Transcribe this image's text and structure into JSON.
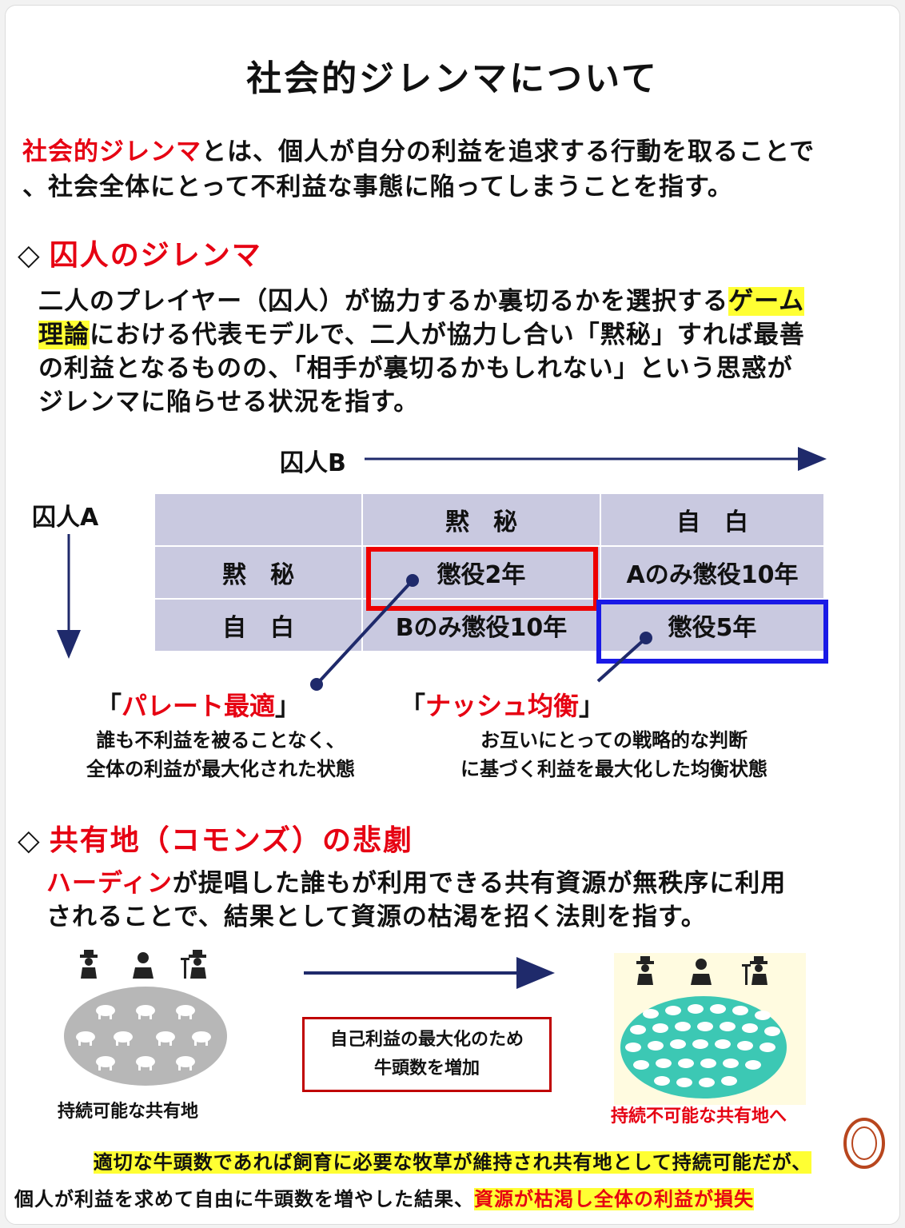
{
  "title": "社会的ジレンマについて",
  "intro": {
    "term": "社会的ジレンマ",
    "rest_line1": "とは、個人が自分の利益を追求する行動を取ることで",
    "line2": "、社会全体にとって不利益な事態に陥ってしまうことを指す。"
  },
  "prisoner": {
    "diamond": "◇",
    "heading": "囚人のジレンマ",
    "p_line1_a": "二人のプレイヤー（囚人）が協力するか裏切るかを選択する",
    "p_line1_hl": "ゲーム",
    "p_line2_hl": "理論",
    "p_line2_b": "における代表モデルで、二人が協力し合い「黙秘」すれば最善",
    "p_line3": "の利益となるものの、「相手が裏切るかもしれない」という思惑が",
    "p_line4": "ジレンマに陥らせる状況を指す。",
    "axis_b": "囚人B",
    "axis_a": "囚人A",
    "matrix": {
      "col_headers": [
        "",
        "黙　秘",
        "自　白"
      ],
      "rows": [
        [
          "黙　秘",
          "懲役2年",
          "Aのみ懲役10年"
        ],
        [
          "自　白",
          "Bのみ懲役10年",
          "懲役5年"
        ]
      ]
    },
    "pareto": {
      "open": "「",
      "name": "パレート最適",
      "close": "」",
      "desc_line1": "誰も不利益を被ることなく、",
      "desc_line2": "全体の利益が最大化された状態"
    },
    "nash": {
      "open": "「",
      "name": "ナッシュ均衡",
      "close": "」",
      "desc_line1": "お互いにとっての戦略的な判断",
      "desc_line2": "に基づく利益を最大化した均衡状態"
    }
  },
  "commons": {
    "diamond": "◇",
    "heading": "共有地（コモンズ）の悲劇",
    "p_red": "ハーディン",
    "p_line1_rest": "が提唱した誰もが利用できる共有資源が無秩序に利用",
    "p_line2": "されることで、結果として資源の枯渇を招く法則を指す。",
    "left_caption": "持続可能な共有地",
    "center_line1": "自己利益の最大化のため",
    "center_line2": "牛頭数を増加",
    "right_caption": "持続不可能な共有地へ",
    "colors": {
      "left_field": "#b7b7b7",
      "right_field": "#3cc8b4",
      "right_bg": "#fffbe0"
    }
  },
  "bottom": {
    "line1": "適切な牛頭数であれば飼育に必要な牧草が維持され共有地として持続可能だが、",
    "line2_a": "個人が利益を求めて自由に牛頭数を増やした結果、",
    "line2_red": "資源が枯渇し全体の利益が損失"
  },
  "icons": [
    "farmer-hat-icon",
    "businessman-icon",
    "farmer-pitchfork-icon",
    "sheep-icon",
    "stamp-icon"
  ]
}
